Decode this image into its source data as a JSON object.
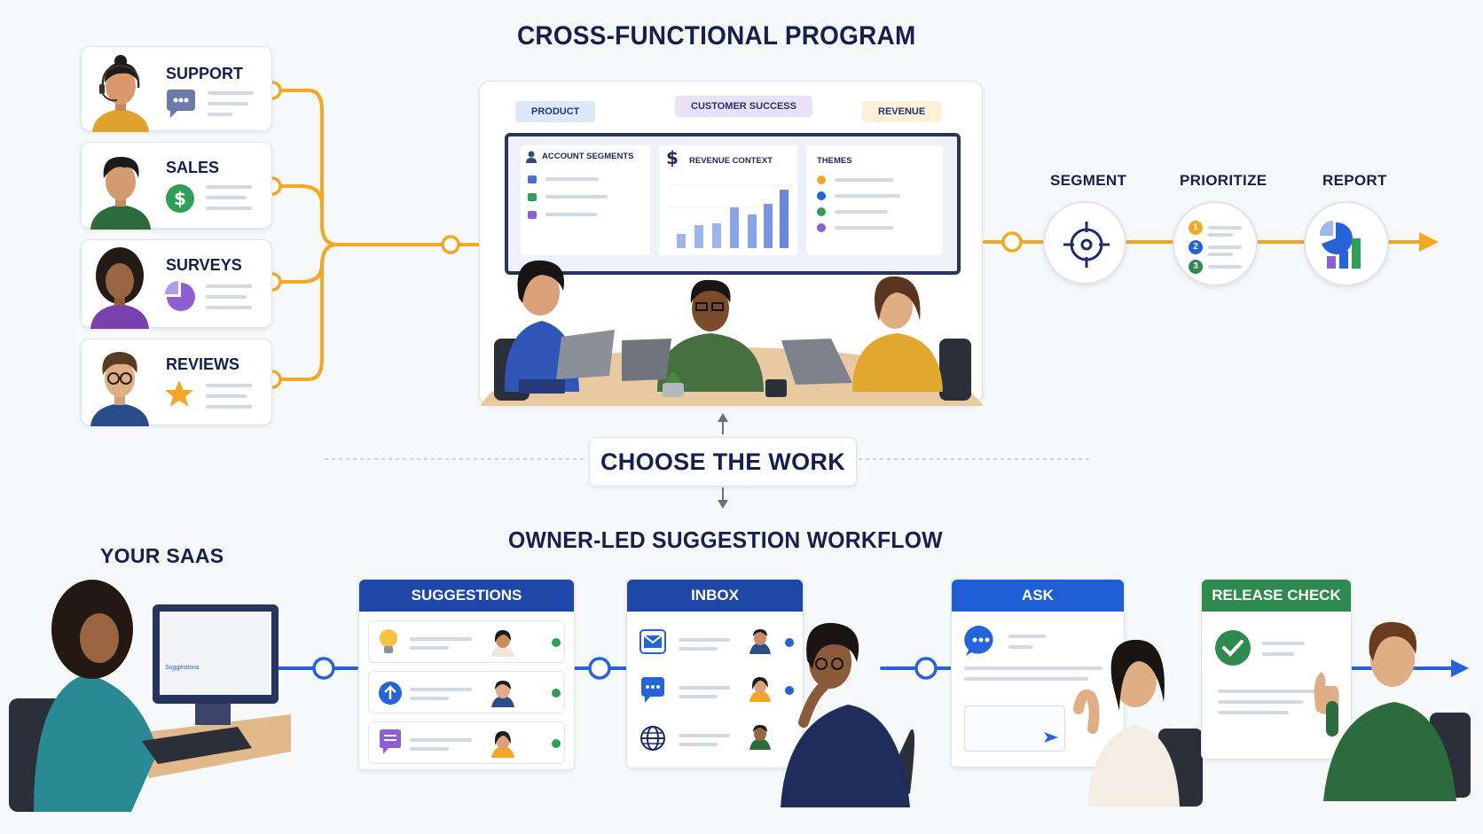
{
  "top_title": "CROSS-FUNCTIONAL PROGRAM",
  "sources": [
    {
      "label": "SUPPORT"
    },
    {
      "label": "SALES"
    },
    {
      "label": "SURVEYS"
    },
    {
      "label": "REVIEWS"
    }
  ],
  "meeting": {
    "chips": {
      "product": "PRODUCT",
      "customer_success": "CUSTOMER SUCCESS",
      "revenue": "REVENUE"
    },
    "board": {
      "account_segments": "ACCOUNT SEGMENTS",
      "revenue_context": "REVENUE CONTEXT",
      "themes": "THEMES"
    }
  },
  "steps": [
    {
      "label": "SEGMENT"
    },
    {
      "label": "PRIORITIZE"
    },
    {
      "label": "REPORT"
    }
  ],
  "priority_numbers": [
    "1",
    "2",
    "3"
  ],
  "divider_label": "CHOOSE THE WORK",
  "bottom_title": "OWNER-LED SUGGESTION WORKFLOW",
  "your_saas": "YOUR SAAS",
  "screen_item": "Suggestions",
  "panels": {
    "suggestions": "SUGGESTIONS",
    "inbox": "INBOX",
    "ask": "ASK",
    "release_check": "RELEASE CHECK"
  },
  "colors": {
    "orange": "#f5a623",
    "blue": "#2563d9",
    "navy": "#1b3a8f",
    "green": "#2f8a4f"
  }
}
